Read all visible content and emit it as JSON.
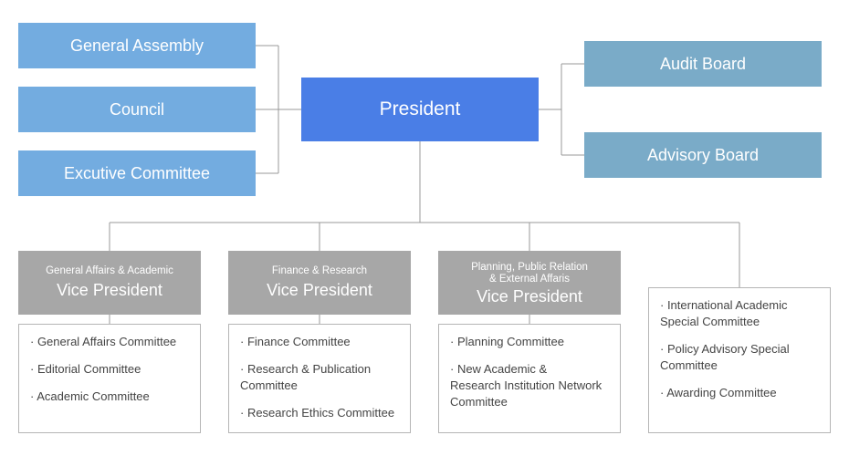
{
  "left_boxes": [
    "General Assembly",
    "Council",
    "Excutive Committee"
  ],
  "president": "President",
  "right_boxes": [
    "Audit Board",
    "Advisory Board"
  ],
  "vp": [
    {
      "sub": "General Affairs & Academic",
      "title": "Vice President",
      "items": [
        "· General Affairs Committee",
        "· Editorial Committee",
        "·  Academic Committee"
      ]
    },
    {
      "sub": "Finance & Research",
      "title": "Vice President",
      "items": [
        "· Finance Committee",
        "· Research & Publication\n  Committee",
        "·  Research Ethics Committee"
      ]
    },
    {
      "sub": "Planning, Public Relation\n& External Affaris",
      "title": "Vice President",
      "items": [
        "· Planning Committee",
        "· New Academic &\n  Research Institution Network\n  Committee"
      ]
    }
  ],
  "other_items": [
    "· International Academic\n  Special Committee",
    "· Policy Advisory Special\n  Committee",
    "· Awarding Committee"
  ],
  "colors": {
    "left": "#73ace0",
    "president": "#4a7ee6",
    "right": "#7aabc8",
    "vp": "#a7a7a7",
    "line": "#999999"
  }
}
